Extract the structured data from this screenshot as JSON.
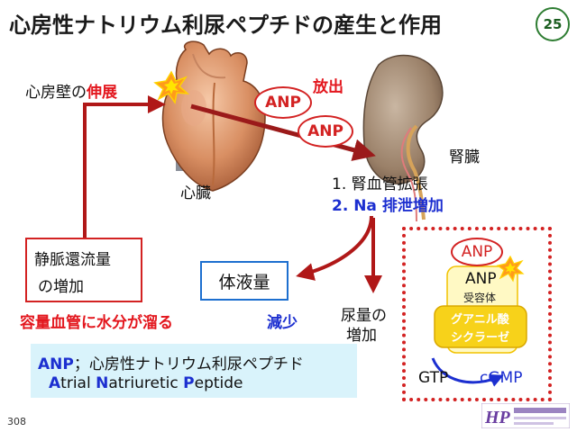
{
  "title": "心房性ナトリウム利尿ペプチドの産生と作用",
  "page_badge": "25",
  "atrial_wall": {
    "prefix": "心房壁の",
    "emphasis": "伸展"
  },
  "heart_label": "心臓",
  "release_label": "放出",
  "anp_bubble_1": "ANP",
  "anp_bubble_2": "ANP",
  "kidney_label": "腎臓",
  "effects": {
    "item1": "1. 腎血管拡張",
    "item2": "2. Na 排泄増加"
  },
  "venous_box": {
    "line1": "静脈還流量",
    "line2": "の増加"
  },
  "capacity_text": "容量血管に水分が溜る",
  "body_fluid_label": "体液量",
  "decrease_label": "減少",
  "urine_label": {
    "line1": "尿量の",
    "line2": "増加"
  },
  "receptor_panel": {
    "anp_top": "ANP",
    "receptor_title": "ANP",
    "receptor_sub": "受容体",
    "enzyme_line1": "グアニル酸",
    "enzyme_line2": "シクラーゼ",
    "gtp": "GTP",
    "cgmp": "cGMP"
  },
  "anp_note": {
    "line1_abbr": "ANP",
    "line1_rest": "；心房性ナトリウム利尿ペプチド",
    "line2_a_cap": "A",
    "line2_a_rest": "trial ",
    "line2_n_cap": "N",
    "line2_n_rest": "atriuretic ",
    "line2_p_cap": "P",
    "line2_p_rest": "eptide"
  },
  "page_number": "308",
  "colors": {
    "red": "#e3161d",
    "blue": "#1c2fd0",
    "dark_red_arrow": "#9b1a1a",
    "note_bg": "#d9f3fb"
  }
}
